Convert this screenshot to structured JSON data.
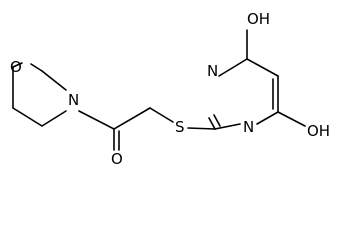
{
  "atoms": {
    "morpholine_oxygen": "O",
    "morpholine_nitrogen": "N",
    "carbonyl_oxygen": "O",
    "sulfur": "S",
    "ring_nitrogen_top": "N",
    "ring_nitrogen_bottom": "N",
    "hydroxyl_top": "OH",
    "hydroxyl_bottom": "OH"
  },
  "colors": {
    "bond": "#000000",
    "text": "#000000",
    "background": "#ffffff"
  }
}
